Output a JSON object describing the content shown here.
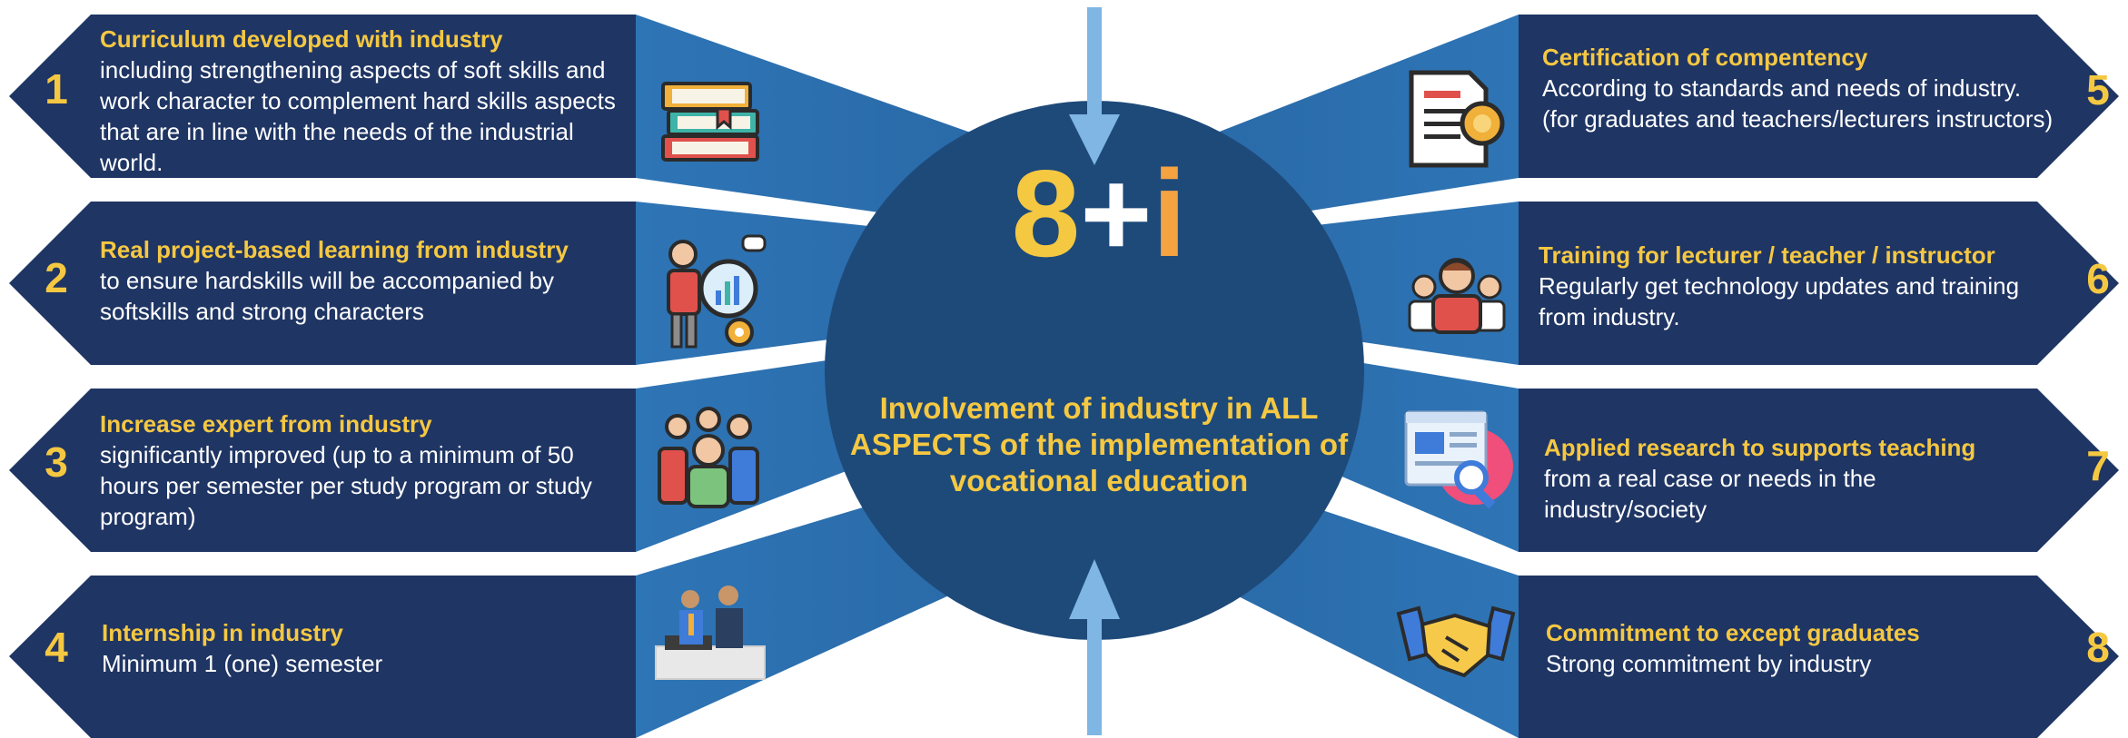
{
  "center": {
    "logo_eight": "8",
    "logo_plus": "+",
    "logo_i": "i",
    "text": "Involvement of industry in ALL ASPECTS of the implementation of vocational education"
  },
  "items": [
    {
      "number": "1",
      "title": "Curriculum developed with industry",
      "description": " including strengthening aspects of soft skills and\nwork character to complement hard skills aspects\nthat are in line with the needs of the industrial\nworld.",
      "icon": "books-icon"
    },
    {
      "number": "2",
      "title": "Real project-based learning from industry",
      "description": " to ensure hardskills will be accompanied by\nsoftskills and strong characters",
      "icon": "analysis-icon"
    },
    {
      "number": "3",
      "title": "Increase expert from industry",
      "description": " significantly improved (up to a minimum of 50\nhours per semester per study program or study\nprogram)",
      "icon": "experts-group-icon"
    },
    {
      "number": "4",
      "title": "Internship in industry",
      "description": "Minimum 1 (one) semester",
      "icon": "internship-icon"
    },
    {
      "number": "5",
      "title": "Certification of compentency",
      "description": " According to standards and needs of industry.\n (for graduates and teachers/lecturers instructors)",
      "icon": "certificate-icon"
    },
    {
      "number": "6",
      "title": "Training for lecturer / teacher / instructor",
      "description": " Regularly get technology updates and training\nfrom industry.",
      "icon": "team-icon"
    },
    {
      "number": "7",
      "title": "Applied research to supports teaching",
      "description": "from a real case or needs in the\nindustry/society",
      "icon": "research-icon"
    },
    {
      "number": "8",
      "title": "Commitment to except graduates",
      "description": "Strong commitment by industry",
      "icon": "handshake-icon"
    }
  ],
  "colors": {
    "navy": "#1f3564",
    "blue": "#2e75b6",
    "circle": "#1e4a7a",
    "yellow": "#f5c842",
    "orange": "#f4a340",
    "arrow": "#7fb6e3"
  }
}
